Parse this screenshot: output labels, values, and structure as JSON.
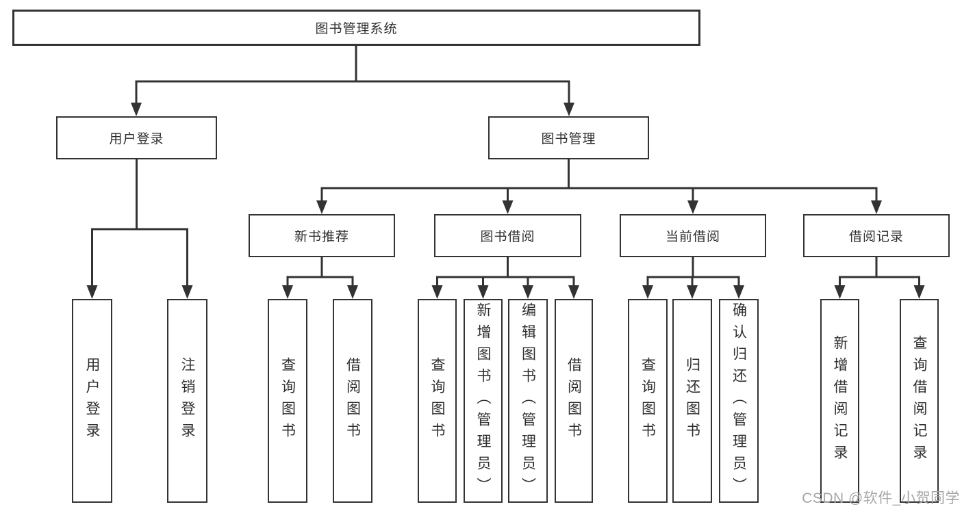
{
  "diagram": {
    "title_node": {
      "label": "图书管理系统"
    },
    "root": {
      "label": "图书管理系统"
    },
    "level2": [
      {
        "label": "用户登录"
      },
      {
        "label": "图书管理"
      }
    ],
    "level3": [
      {
        "label": "新书推荐",
        "parent": "图书管理"
      },
      {
        "label": "图书借阅",
        "parent": "图书管理"
      },
      {
        "label": "当前借阅",
        "parent": "图书管理"
      },
      {
        "label": "借阅记录",
        "parent": "图书管理"
      }
    ],
    "leaves": [
      {
        "label": "用户登录",
        "parent": "用户登录"
      },
      {
        "label": "注销登录",
        "parent": "用户登录"
      },
      {
        "label": "查询图书",
        "parent": "新书推荐"
      },
      {
        "label": "借阅图书",
        "parent": "新书推荐"
      },
      {
        "label": "查询图书",
        "parent": "图书借阅"
      },
      {
        "label": "新增图书（管理员）",
        "parent": "图书借阅"
      },
      {
        "label": "编辑图书（管理员）",
        "parent": "图书借阅"
      },
      {
        "label": "借阅图书",
        "parent": "图书借阅"
      },
      {
        "label": "查询图书",
        "parent": "当前借阅"
      },
      {
        "label": "归还图书",
        "parent": "当前借阅"
      },
      {
        "label": "确认归还（管理员）",
        "parent": "当前借阅"
      },
      {
        "label": "新增借阅记录",
        "parent": "借阅记录"
      },
      {
        "label": "查询借阅记录",
        "parent": "借阅记录"
      }
    ]
  },
  "colors": {
    "line": "#333333",
    "box_border": "#333333",
    "box_fill": "#ffffff",
    "text": "#2e2e2e",
    "watermark": "#a6a6a6"
  },
  "watermark": {
    "text": "CSDN @软件_小贺同学"
  }
}
